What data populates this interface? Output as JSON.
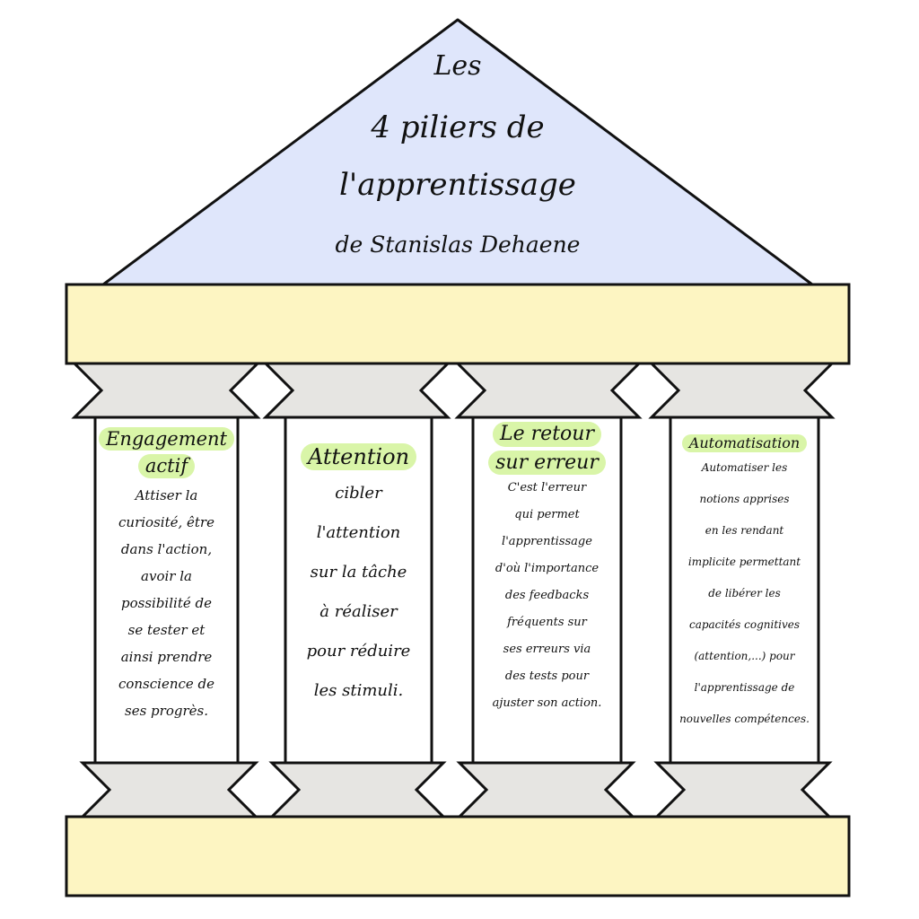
{
  "title": {
    "line1": "Les",
    "line2": "4 piliers de",
    "line3": "l'apprentissage",
    "line4": "de Stanislas Dehaene"
  },
  "colors": {
    "roof": "#dfe6fb",
    "beam": "#fdf5c2",
    "capital": "#e6e5e2",
    "pillar": "#ffffff",
    "highlight": "#d9f5a8",
    "outline": "#111111"
  },
  "pillars": [
    {
      "heading": [
        "Engagement",
        "actif"
      ],
      "lines": [
        "Attiser la",
        "curiosité, être",
        "dans l'action,",
        "avoir la",
        "possibilité de",
        "se tester et",
        "ainsi prendre",
        "conscience de",
        "ses progrès."
      ]
    },
    {
      "heading": [
        "Attention"
      ],
      "lines": [
        "cibler",
        "l'attention",
        "sur la tâche",
        "à réaliser",
        "pour réduire",
        "les stimuli."
      ]
    },
    {
      "heading": [
        "Le retour",
        "sur erreur"
      ],
      "lines": [
        "C'est l'erreur",
        "qui permet",
        "l'apprentissage",
        "d'où l'importance",
        "des feedbacks",
        "fréquents sur",
        "ses erreurs via",
        "des tests pour",
        "ajuster son action."
      ]
    },
    {
      "heading": [
        "Automatisation"
      ],
      "lines": [
        "Automatiser les",
        "notions apprises",
        "en les rendant",
        "implicite permettant",
        "de libérer les",
        "capacités cognitives",
        "(attention,...) pour",
        "l'apprentissage de",
        "nouvelles compétences."
      ]
    }
  ]
}
